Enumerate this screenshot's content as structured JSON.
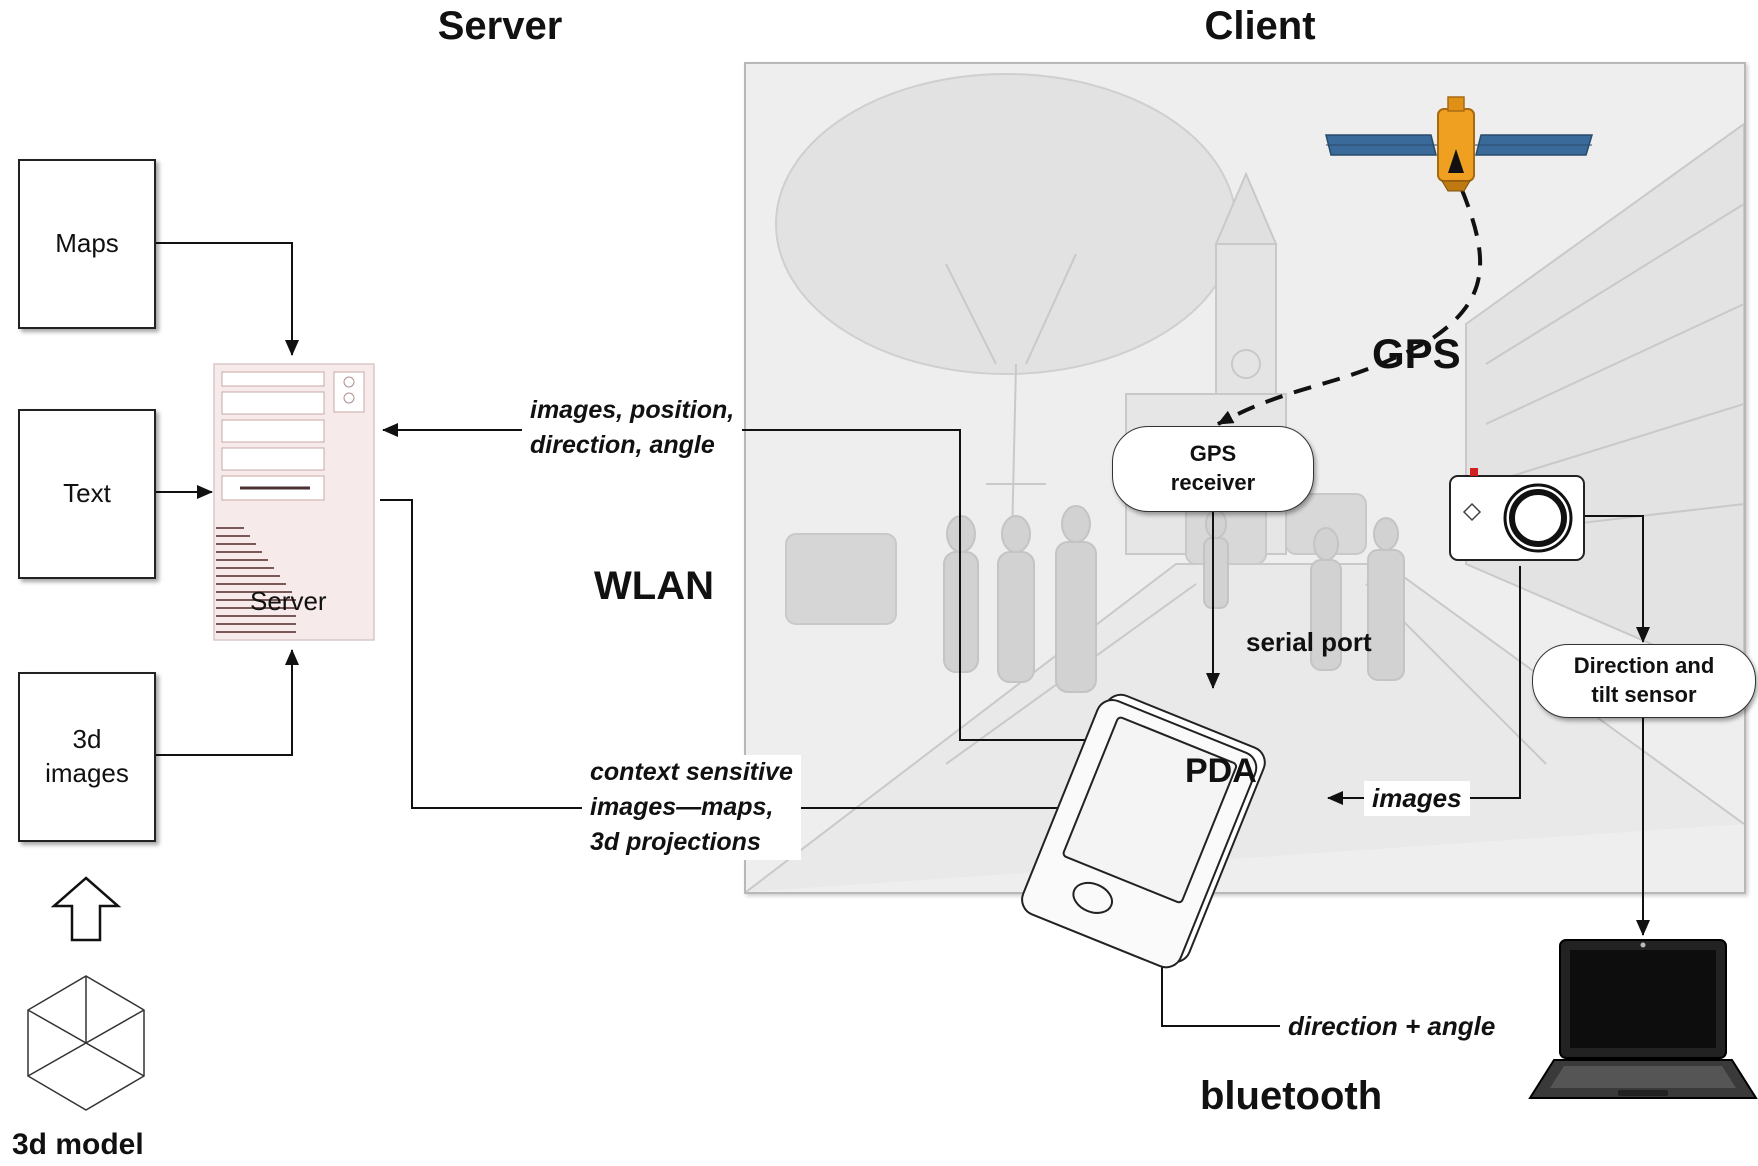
{
  "headings": {
    "server": "Server",
    "client": "Client"
  },
  "sources": {
    "maps": "Maps",
    "text": "Text",
    "images_3d_line1": "3d",
    "images_3d_line2": "images"
  },
  "server_unit": {
    "label": "Server"
  },
  "model": {
    "label": "3d model"
  },
  "links": {
    "uplink_line1": "images, position,",
    "uplink_line2": "direction, angle",
    "downlink_line1": "context sensitive",
    "downlink_line2": "images—maps,",
    "downlink_line3": "3d projections",
    "wlan": "WLAN"
  },
  "client": {
    "gps": "GPS",
    "gps_receiver_line1": "GPS",
    "gps_receiver_line2": "receiver",
    "serial_port": "serial port",
    "pda": "PDA",
    "images": "images",
    "sensor_line1": "Direction and",
    "sensor_line2": "tilt sensor",
    "direction_angle": "direction + angle",
    "bluetooth": "bluetooth"
  },
  "colors": {
    "line": "#111111",
    "scene_background": "#eeeeee",
    "satellite_body": "#f0a020",
    "solar_panel": "#3a6a9a",
    "server_tint": "#f7eaea"
  },
  "icons": [
    "satellite-icon",
    "camera-icon",
    "pda-icon",
    "laptop-icon",
    "server-icon",
    "cube-icon",
    "up-arrow-icon"
  ]
}
